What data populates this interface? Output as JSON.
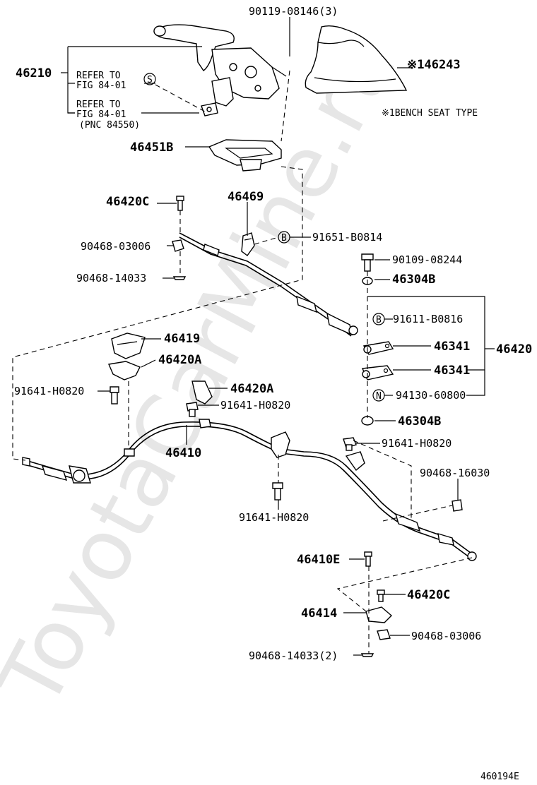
{
  "watermark": "ToyotaCarMine.ru",
  "figure_code": "460194E",
  "notes": {
    "refer_to_1": "REFER TO",
    "fig_1": "FIG 84-01",
    "refer_to_2": "REFER TO",
    "fig_2": "FIG 84-01",
    "pnc": "(PNC 84550)",
    "bench_seat": "※1BENCH SEAT TYPE"
  },
  "markers": {
    "s": "S",
    "b": "B",
    "n": "N"
  },
  "labels": {
    "p90119_08146": "90119-08146(3)",
    "p46243": "※146243",
    "p46210": "46210",
    "p46451B": "46451B",
    "p46420C_top": "46420C",
    "p46469": "46469",
    "p91651_B0814": "91651-B0814",
    "p90468_03006_top": "90468-03006",
    "p90109_08244": "90109-08244",
    "p90468_14033_top": "90468-14033",
    "p46304B_top": "46304B",
    "p91611_B0816": "91611-B0816",
    "p46419": "46419",
    "p46341_a": "46341",
    "p46420": "46420",
    "p46420A_left": "46420A",
    "p46341_b": "46341",
    "p91641_H0820_left": "91641-H0820",
    "p46420A_mid": "46420A",
    "p94130_60800": "94130-60800",
    "p91641_H0820_mid": "91641-H0820",
    "p46304B_bottom": "46304B",
    "p46410": "46410",
    "p91641_H0820_right": "91641-H0820",
    "p90468_16030": "90468-16030",
    "p91641_H0820_bottom": "91641-H0820",
    "p46410E": "46410E",
    "p46420C_bottom": "46420C",
    "p46414": "46414",
    "p90468_03006_bottom": "90468-03006",
    "p90468_14033_bottom": "90468-14033(2)"
  }
}
